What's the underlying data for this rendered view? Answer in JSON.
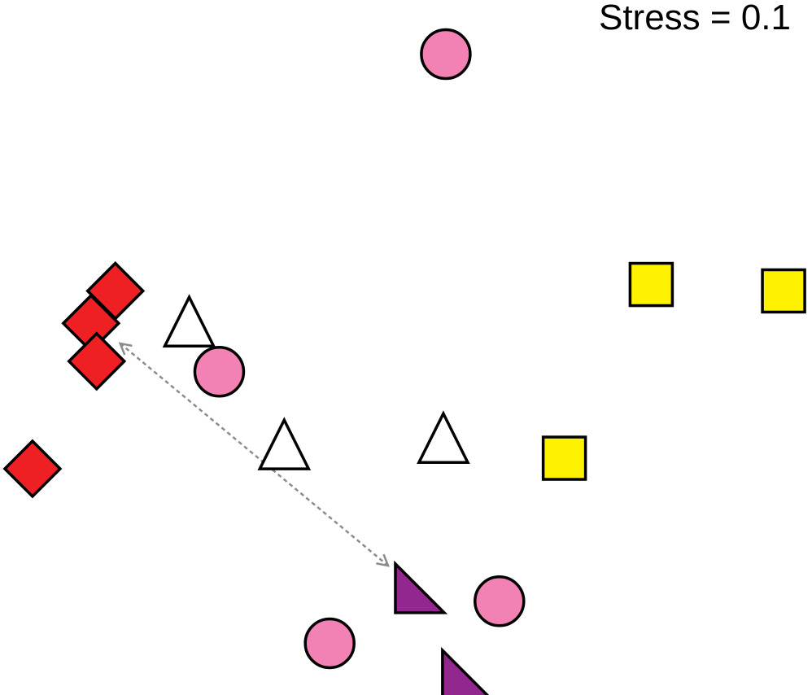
{
  "chart_data": {
    "type": "scatter",
    "annotation": "Stress = 0.1",
    "xlim": [
      0,
      1000
    ],
    "ylim": [
      0,
      860
    ],
    "grid": false,
    "legend": "none",
    "axes_visible": false,
    "colors": {
      "circle": "#f282b4",
      "diamond": "#ee2024",
      "square": "#fff200",
      "triangle": "#ffffff",
      "right_triangle": "#92278f",
      "outline": "#000000",
      "arrow": "#8c8c8c"
    },
    "series": [
      {
        "marker": "circle",
        "x": [
          549,
          270,
          615,
          406
        ],
        "y": [
          793,
          400,
          116,
          64
        ]
      },
      {
        "marker": "diamond",
        "x": [
          142,
          112,
          119,
          40
        ],
        "y": [
          500,
          460,
          413,
          280
        ]
      },
      {
        "marker": "square",
        "x": [
          802,
          965,
          695
        ],
        "y": [
          508,
          500,
          293
        ]
      },
      {
        "marker": "triangle",
        "x": [
          233,
          350,
          546
        ],
        "y": [
          458,
          306,
          314
        ]
      },
      {
        "marker": "right_triangle",
        "x": [
          517,
          575
        ],
        "y": [
          132,
          25
        ]
      }
    ],
    "arrow": {
      "from": [
        148,
        435
      ],
      "to": [
        478,
        160
      ],
      "style": "dashed",
      "double_headed": true
    }
  }
}
